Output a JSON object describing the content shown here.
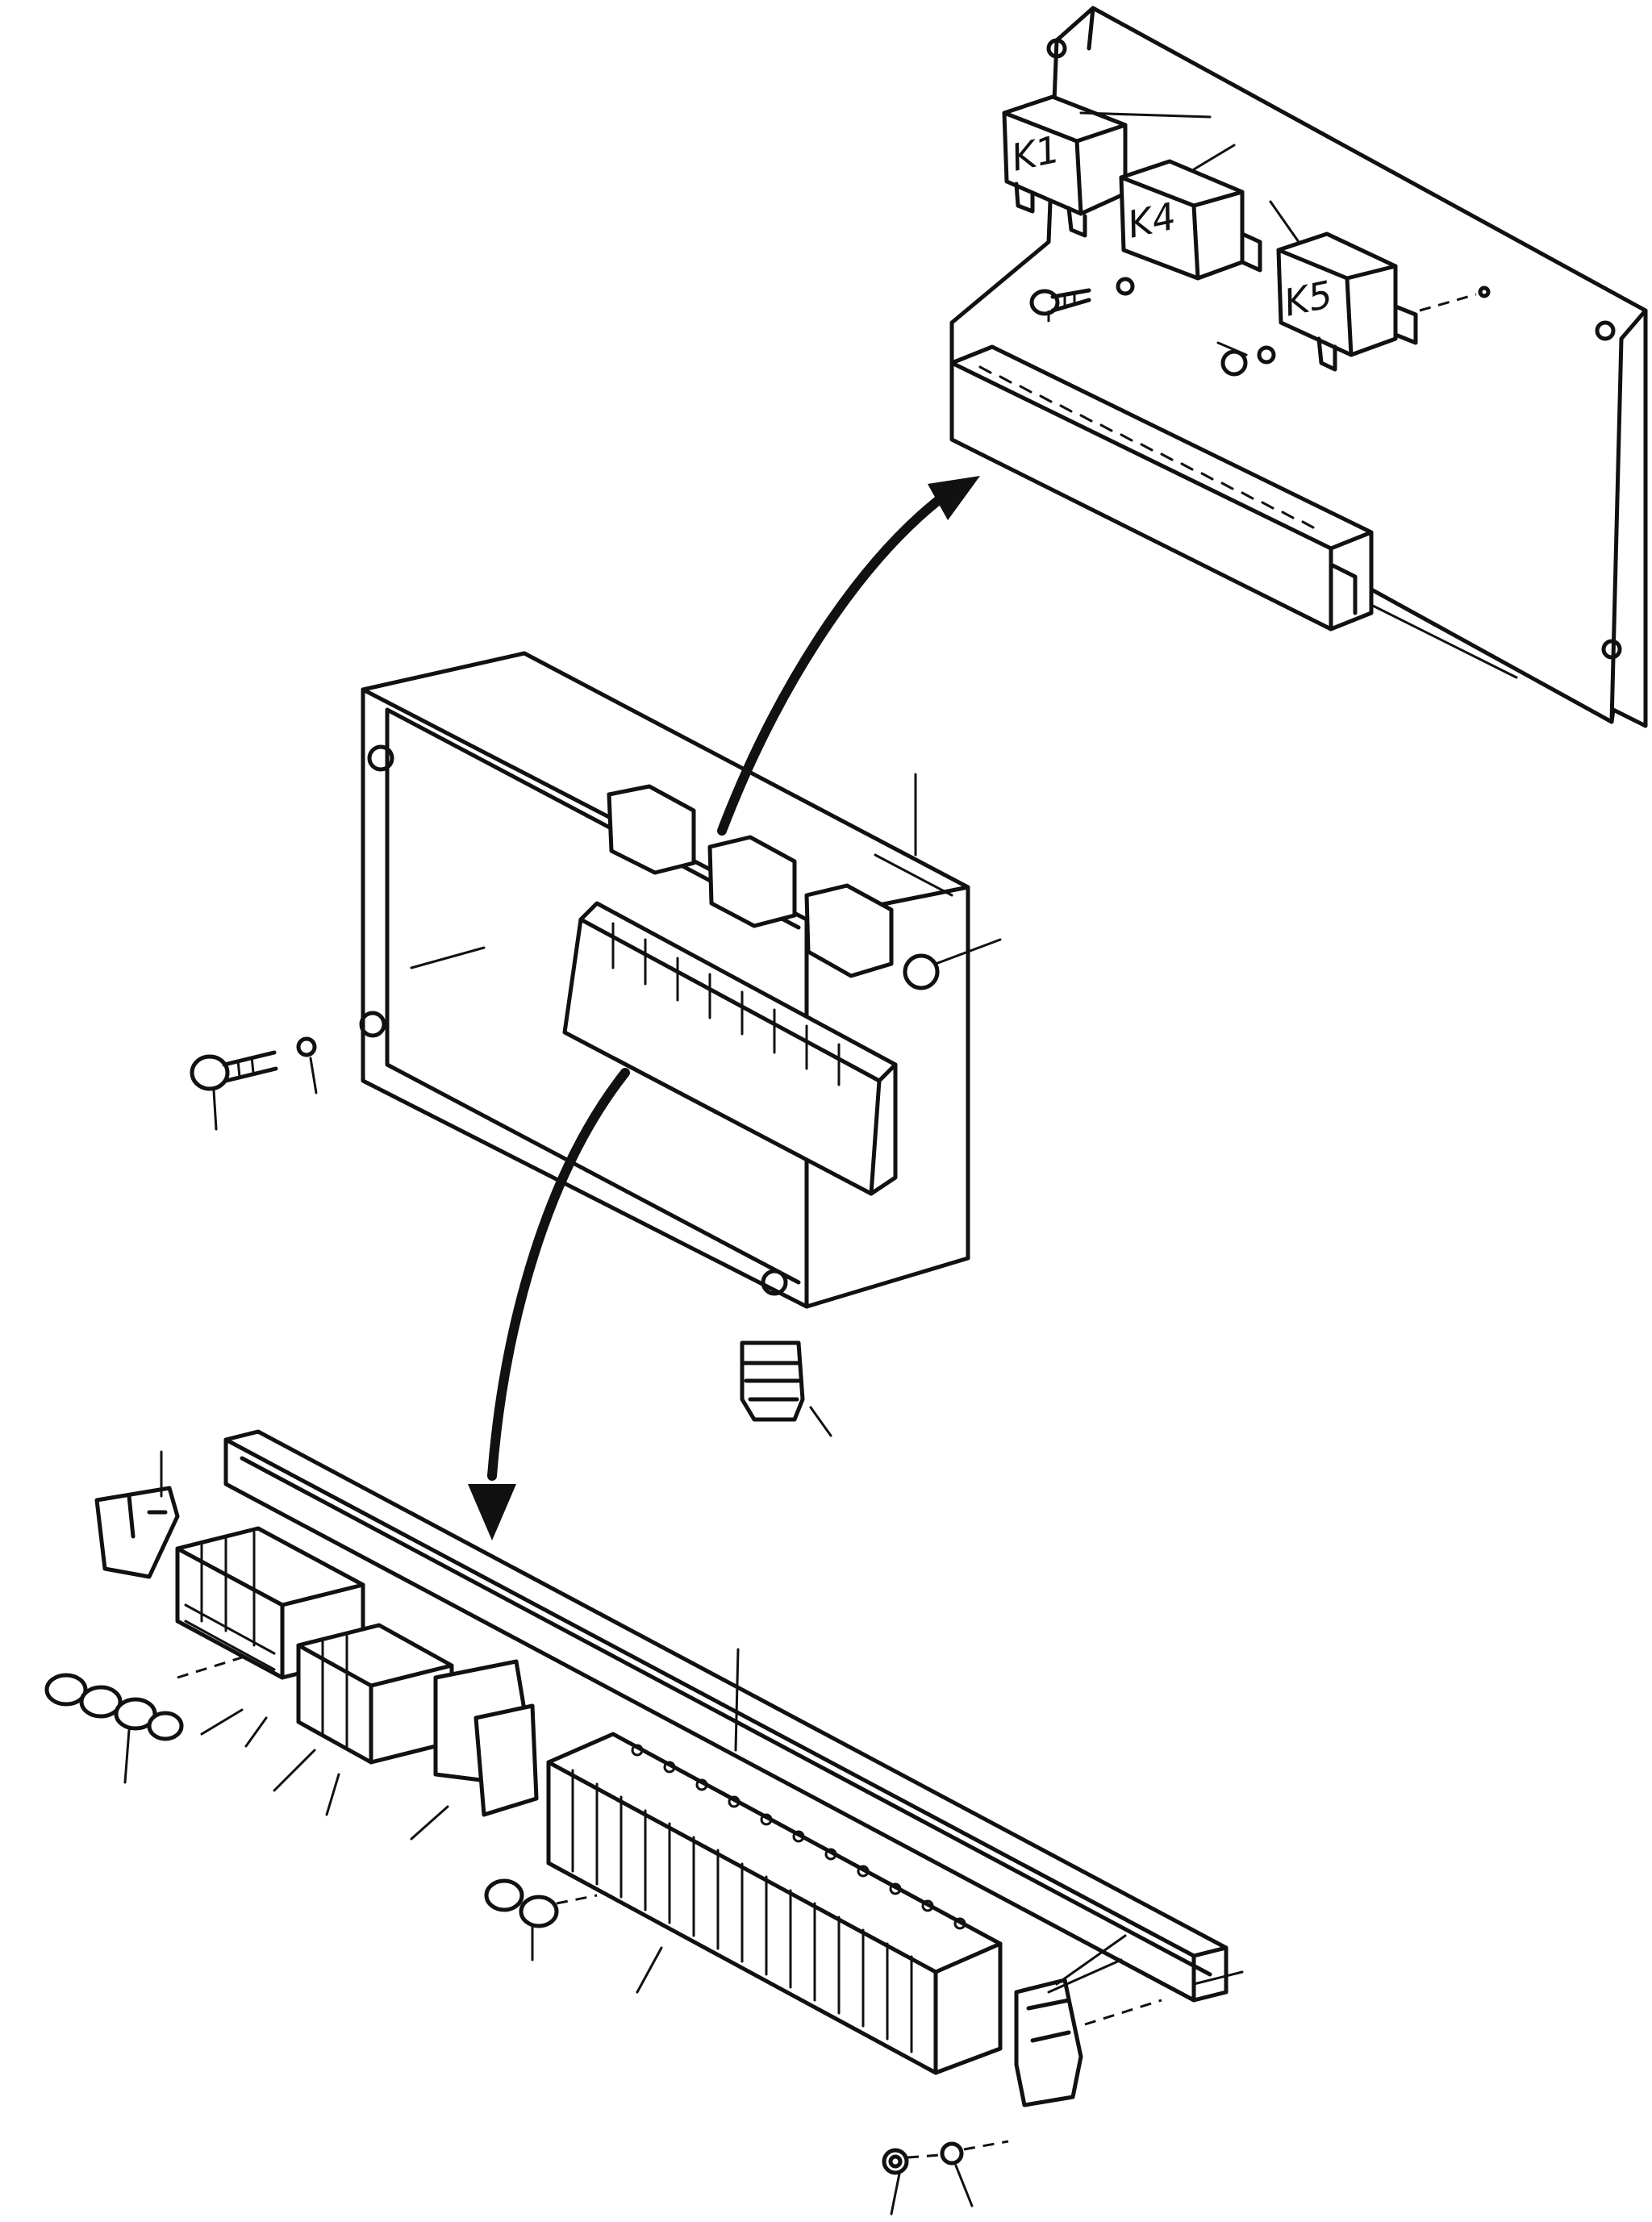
{
  "diagram": {
    "relays": [
      {
        "id": "k1",
        "label": "K1"
      },
      {
        "id": "k4",
        "label": "K4"
      },
      {
        "id": "k5",
        "label": "K5"
      }
    ]
  }
}
